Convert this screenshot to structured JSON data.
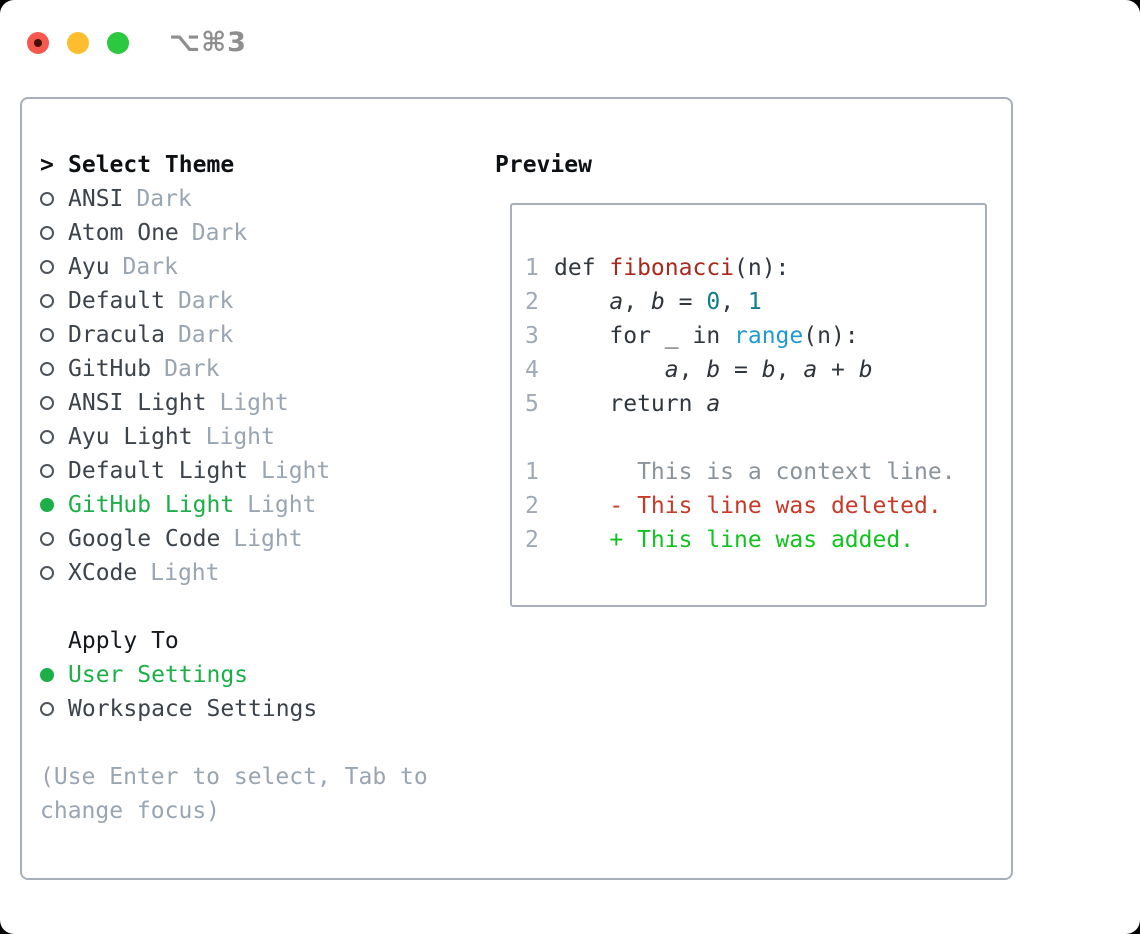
{
  "window": {
    "title": "⌥⌘3",
    "traffic_lights": [
      "close",
      "minimize",
      "zoom"
    ],
    "close_has_unsaved_dot": true
  },
  "sidebar": {
    "prompt": ">",
    "title": "Select Theme",
    "themes": [
      {
        "name": "ANSI",
        "variant": "Dark",
        "selected": false
      },
      {
        "name": "Atom One",
        "variant": "Dark",
        "selected": false
      },
      {
        "name": "Ayu",
        "variant": "Dark",
        "selected": false
      },
      {
        "name": "Default",
        "variant": "Dark",
        "selected": false
      },
      {
        "name": "Dracula",
        "variant": "Dark",
        "selected": false
      },
      {
        "name": "GitHub",
        "variant": "Dark",
        "selected": false
      },
      {
        "name": "ANSI Light",
        "variant": "Light",
        "selected": false
      },
      {
        "name": "Ayu Light",
        "variant": "Light",
        "selected": false
      },
      {
        "name": "Default Light",
        "variant": "Light",
        "selected": false
      },
      {
        "name": "GitHub Light",
        "variant": "Light",
        "selected": true
      },
      {
        "name": "Google Code",
        "variant": "Light",
        "selected": false
      },
      {
        "name": "XCode",
        "variant": "Light",
        "selected": false
      }
    ],
    "apply_to": {
      "title": "Apply To",
      "options": [
        {
          "name": "User Settings",
          "selected": true
        },
        {
          "name": "Workspace Settings",
          "selected": false
        }
      ]
    },
    "hint": "(Use Enter to select, Tab to change focus)"
  },
  "preview": {
    "title": "Preview",
    "lines": [
      {
        "num": "1",
        "tokens": [
          {
            "t": "def ",
            "k": "kw"
          },
          {
            "t": "fibonacci",
            "k": "fn"
          },
          {
            "t": "(n):",
            "k": "plain"
          }
        ]
      },
      {
        "num": "2",
        "tokens": [
          {
            "t": "    ",
            "k": "plain"
          },
          {
            "t": "a",
            "k": "var"
          },
          {
            "t": ", ",
            "k": "plain"
          },
          {
            "t": "b",
            "k": "var"
          },
          {
            "t": " = ",
            "k": "plain"
          },
          {
            "t": "0",
            "k": "lit"
          },
          {
            "t": ", ",
            "k": "plain"
          },
          {
            "t": "1",
            "k": "lit"
          }
        ]
      },
      {
        "num": "3",
        "tokens": [
          {
            "t": "    for _ in ",
            "k": "plain"
          },
          {
            "t": "range",
            "k": "builtin"
          },
          {
            "t": "(n):",
            "k": "plain"
          }
        ]
      },
      {
        "num": "4",
        "tokens": [
          {
            "t": "        ",
            "k": "plain"
          },
          {
            "t": "a",
            "k": "var"
          },
          {
            "t": ", ",
            "k": "plain"
          },
          {
            "t": "b",
            "k": "var"
          },
          {
            "t": " = ",
            "k": "plain"
          },
          {
            "t": "b",
            "k": "var"
          },
          {
            "t": ", ",
            "k": "plain"
          },
          {
            "t": "a",
            "k": "var"
          },
          {
            "t": " + ",
            "k": "plain"
          },
          {
            "t": "b",
            "k": "var"
          }
        ]
      },
      {
        "num": "5",
        "tokens": [
          {
            "t": "    return ",
            "k": "plain"
          },
          {
            "t": "a",
            "k": "var"
          }
        ]
      },
      {
        "num": "",
        "tokens": []
      },
      {
        "num": "1",
        "tokens": [
          {
            "t": "      This is a context line.",
            "k": "ctx"
          }
        ]
      },
      {
        "num": "2",
        "tokens": [
          {
            "t": "    - This line was deleted.",
            "k": "del"
          }
        ]
      },
      {
        "num": "2",
        "tokens": [
          {
            "t": "    + This line was added.",
            "k": "add"
          }
        ]
      }
    ]
  },
  "colors": {
    "selection_green": "#1daf47",
    "added_green": "#12c31f",
    "deleted_red": "#c63a28",
    "function_red": "#a72a1c",
    "number_teal": "#107d89",
    "builtin_blue": "#1f9ad2",
    "muted_gray": "#9aa5b2",
    "context_gray": "#8a929a",
    "panel_border": "#a7b0ba",
    "traffic_red": "#f5594e",
    "traffic_yellow": "#fdbd2e",
    "traffic_green": "#2bc840"
  }
}
